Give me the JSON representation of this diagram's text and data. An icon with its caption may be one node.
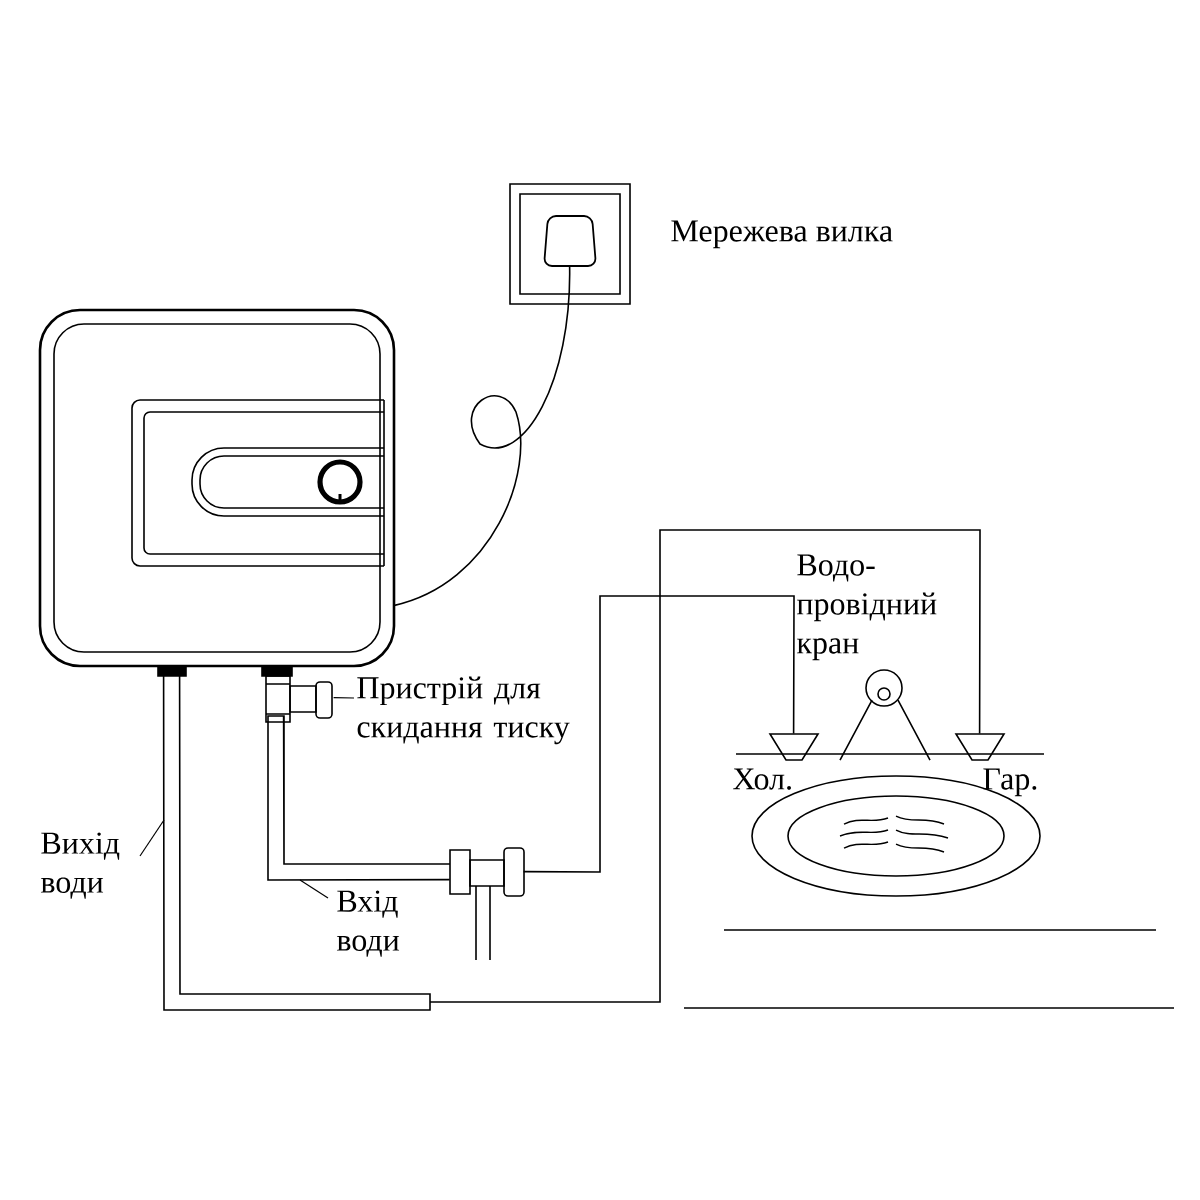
{
  "diagram": {
    "nodes": [
      {
        "text": [],
        "shape": "picture"
      },
      {
        "text": [],
        "shape": "picture"
      },
      {
        "text": [],
        "shape": "picture"
      },
      {
        "text": [
          "Пристрій для скидання тиску"
        ]
      },
      {
        "text": [],
        "shape": "picture",
        "beside": [
          "Водо-провідний кран",
          "Хол.",
          "Гар."
        ]
      },
      {
        "text": [
          "Вихід води"
        ]
      },
      {
        "text": [
          "Вхід води"
        ]
      },
      {
        "text": [],
        "shape": "picture"
      }
    ],
    "edges": [
      {
        "from": 0,
        "to": 1,
        "arrow": "none"
      },
      {
        "from": 0,
        "to": 4,
        "arrow": "none"
      },
      {
        "from": 7,
        "to": 2,
        "arrow": "none"
      },
      {
        "from": 7,
        "to": 4,
        "arrow": "none"
      },
      {
        "from": 3,
        "to": 2,
        "arrow": "none"
      },
      {
        "from": 5,
        "to": null,
        "arrow": "none"
      },
      {
        "from": 6,
        "to": null,
        "arrow": "none"
      }
    ],
    "labels": [
      "Мережева вилка"
    ]
  }
}
